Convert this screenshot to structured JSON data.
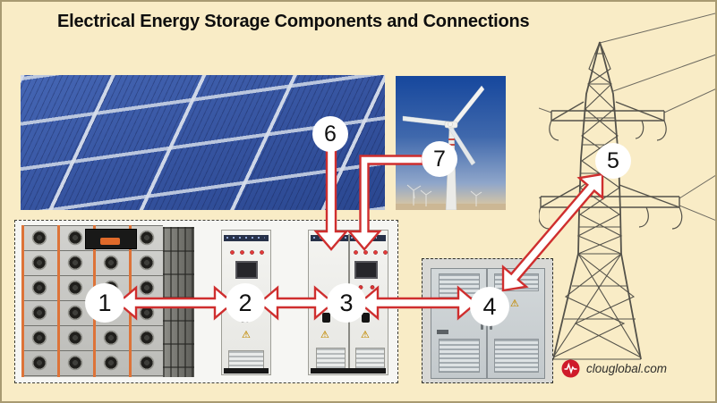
{
  "title": "Electrical Energy Storage Components and Connections",
  "markers": [
    {
      "id": "battery-storage",
      "number": "1"
    },
    {
      "id": "converter-cabinet",
      "number": "2"
    },
    {
      "id": "inverter-cabinet",
      "number": "3"
    },
    {
      "id": "transformer-cabinet",
      "number": "4"
    },
    {
      "id": "transmission-tower",
      "number": "5"
    },
    {
      "id": "solar-array",
      "number": "6"
    },
    {
      "id": "wind-turbine",
      "number": "7"
    }
  ],
  "icons": {
    "warning": "⚠",
    "logo": "pulse-waveform-icon"
  },
  "footer": {
    "site": "clouglobal.com"
  },
  "colors": {
    "background": "#f9ecc6",
    "arrow_red": "#cf2e2e",
    "marker_bg": "#ffffff",
    "marker_text": "#111111",
    "logo_red": "#cf1b2a",
    "solar_blue": "#35539f",
    "cabinet_header_navy": "#273149"
  }
}
